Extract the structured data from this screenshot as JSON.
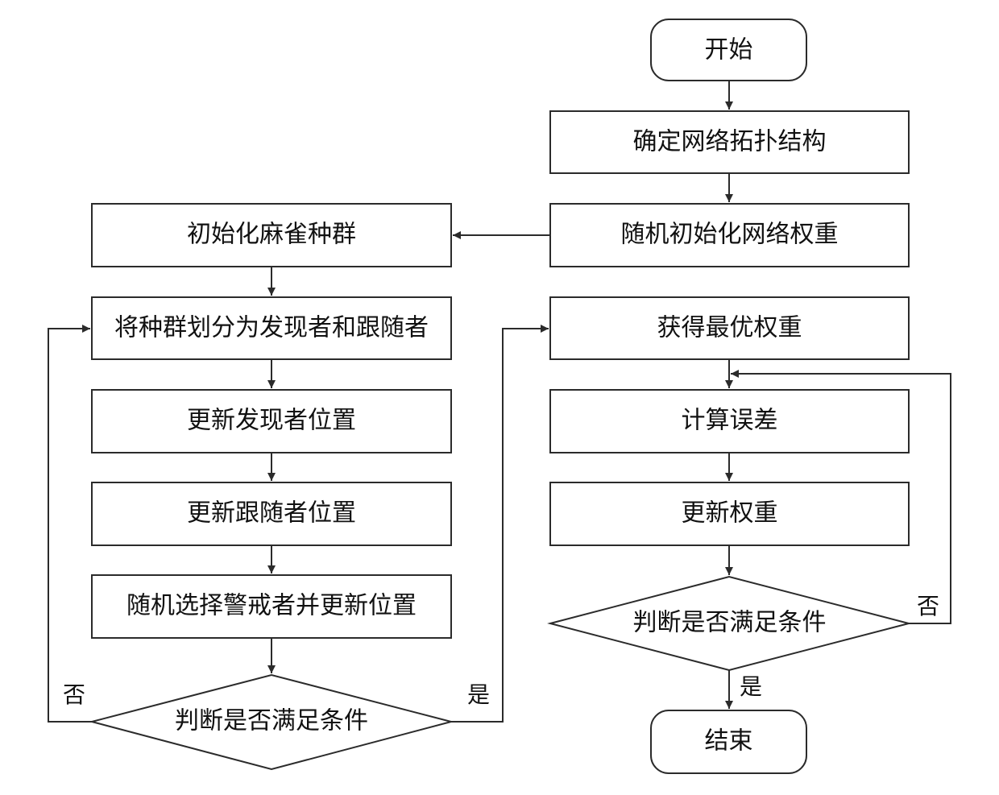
{
  "nodes": {
    "start": "开始",
    "determine_topology": "确定网络拓扑结构",
    "random_init_weights": "随机初始化网络权重",
    "init_population": "初始化麻雀种群",
    "split_population": "将种群划分为发现者和跟随者",
    "update_discoverer": "更新发现者位置",
    "update_follower": "更新跟随者位置",
    "select_guard": "随机选择警戒者并更新位置",
    "check_left": "判断是否满足条件",
    "get_optimal_weights": "获得最优权重",
    "compute_error": "计算误差",
    "update_weights": "更新权重",
    "check_right": "判断是否满足条件",
    "end": "结束"
  },
  "edge_labels": {
    "left_no": "否",
    "left_yes": "是",
    "right_no": "否",
    "right_yes": "是"
  }
}
